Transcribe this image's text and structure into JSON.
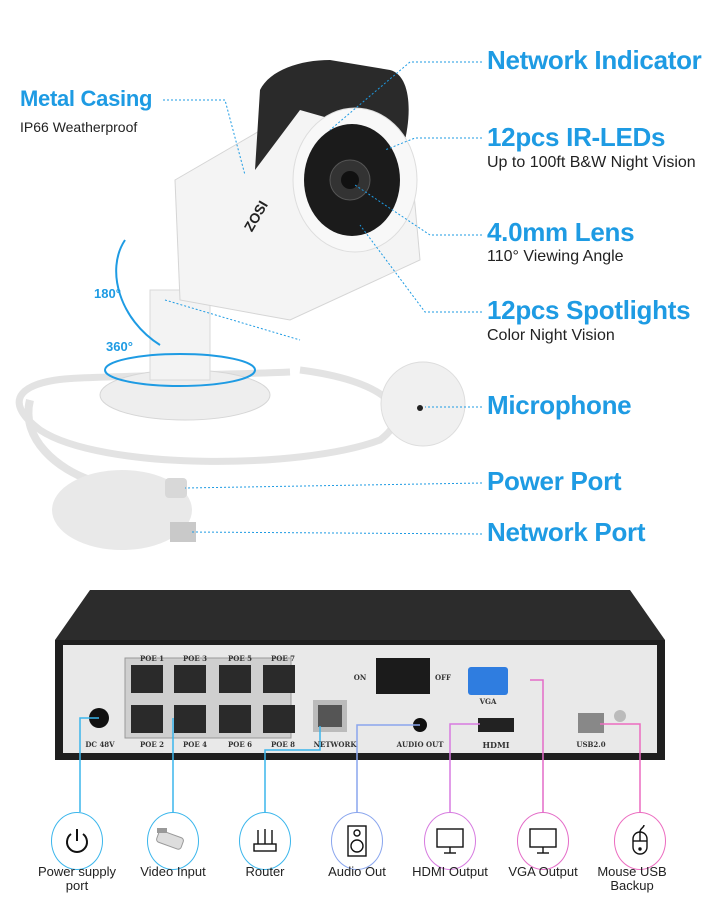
{
  "camera": {
    "brand": "ZOSI",
    "rotation_vertical": "180°",
    "rotation_horizontal": "360°",
    "features": [
      {
        "title": "Metal Casing",
        "subtitle": "IP66 Weatherproof"
      },
      {
        "title": "Network Indicator",
        "subtitle": ""
      },
      {
        "title": "12pcs IR-LEDs",
        "subtitle": "Up to 100ft B&W Night Vision"
      },
      {
        "title": "4.0mm Lens",
        "subtitle": "110° Viewing Angle"
      },
      {
        "title": "12pcs Spotlights",
        "subtitle": "Color Night Vision"
      },
      {
        "title": "Microphone",
        "subtitle": ""
      },
      {
        "title": "Power Port",
        "subtitle": ""
      },
      {
        "title": "Network Port",
        "subtitle": ""
      }
    ]
  },
  "nvr": {
    "ports_top": [
      "POE 1",
      "POE 3",
      "POE 5",
      "POE 7"
    ],
    "ports_bottom": [
      "POE 2",
      "POE 4",
      "POE 6",
      "POE 8"
    ],
    "dc": "DC 48V",
    "network": "NETWORK",
    "audio": "AUDIO OUT",
    "hdmi": "HDMI",
    "vga": "VGA",
    "usb": "USB2.0",
    "on": "ON",
    "off": "OFF"
  },
  "connections": [
    {
      "label": "Power supply port",
      "icon": "power-icon",
      "color": "#3bb6ec"
    },
    {
      "label": "Video Input",
      "icon": "camera-icon",
      "color": "#3bb6ec"
    },
    {
      "label": "Router",
      "icon": "router-icon",
      "color": "#3bb6ec"
    },
    {
      "label": "Audio Out",
      "icon": "speaker-icon",
      "color": "#8aa6ee"
    },
    {
      "label": "HDMI Output",
      "icon": "monitor-icon",
      "color": "#d77be0"
    },
    {
      "label": "VGA Output",
      "icon": "monitor-icon",
      "color": "#e46cc8"
    },
    {
      "label": "Mouse USB Backup",
      "icon": "mouse-icon",
      "color": "#ec6cc0"
    }
  ]
}
